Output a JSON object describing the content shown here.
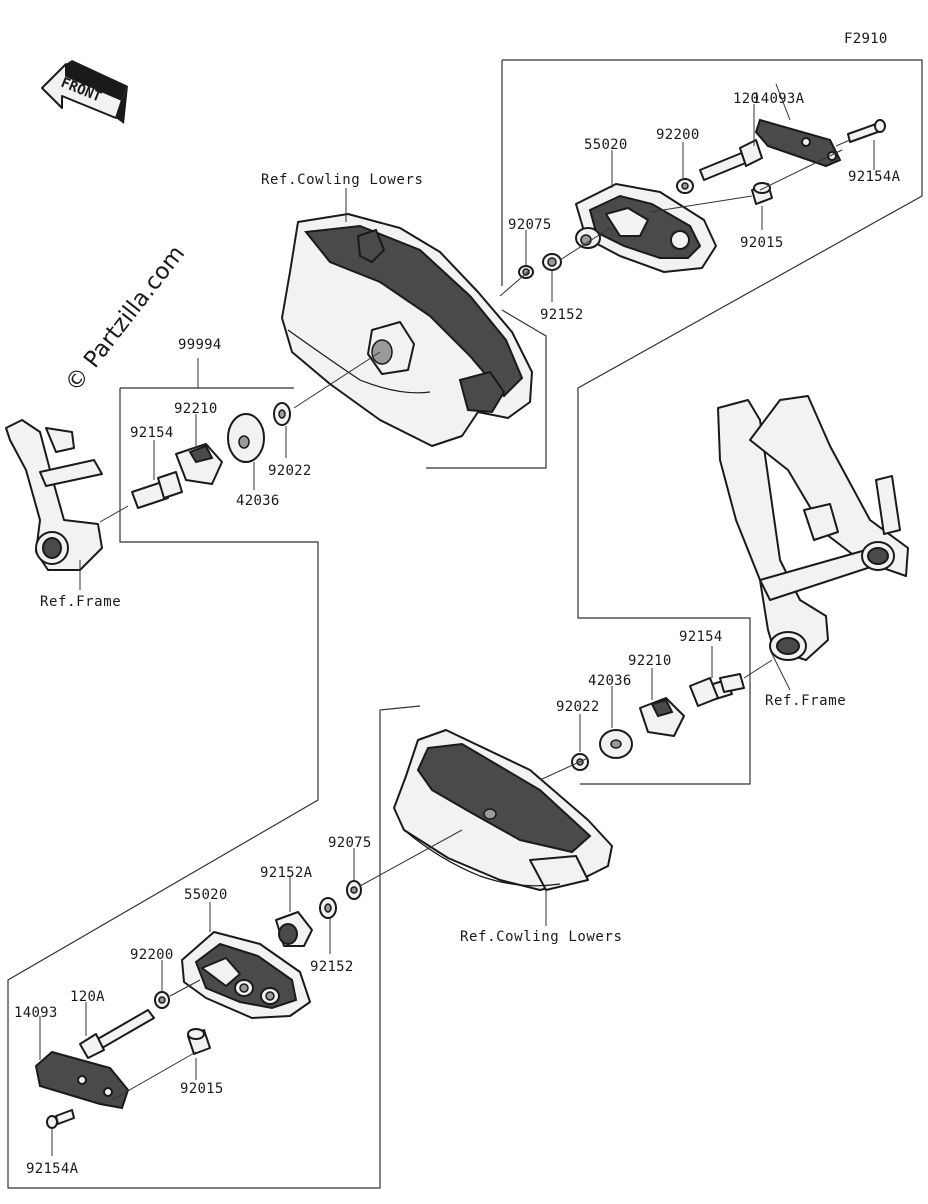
{
  "figure_code": "F2910",
  "front_label": "FRONT",
  "watermark": "© Partzilla.com",
  "labels": {
    "p_14093A": "14093A",
    "p_120": "120",
    "p_92200_top": "92200",
    "p_55020_top": "55020",
    "p_92154A_top": "92154A",
    "p_92075_top": "92075",
    "p_92015_top": "92015",
    "p_92152_top": "92152",
    "ref_cowling_top": "Ref.Cowling Lowers",
    "p_99994": "99994",
    "p_92210_left": "92210",
    "p_92154_left": "92154",
    "p_42036_left": "42036",
    "p_92022_left": "92022",
    "ref_frame_left": "Ref.Frame",
    "p_92154_right": "92154",
    "p_92210_right": "92210",
    "p_42036_right": "42036",
    "p_92022_right": "92022",
    "ref_frame_right": "Ref.Frame",
    "p_92075_bot": "92075",
    "p_92152A": "92152A",
    "p_55020_bot": "55020",
    "p_92152_bot": "92152",
    "ref_cowling_bot": "Ref.Cowling Lowers",
    "p_92200_bot": "92200",
    "p_120A": "120A",
    "p_14093": "14093",
    "p_92015_bot": "92015",
    "p_92154A_bot": "92154A"
  }
}
